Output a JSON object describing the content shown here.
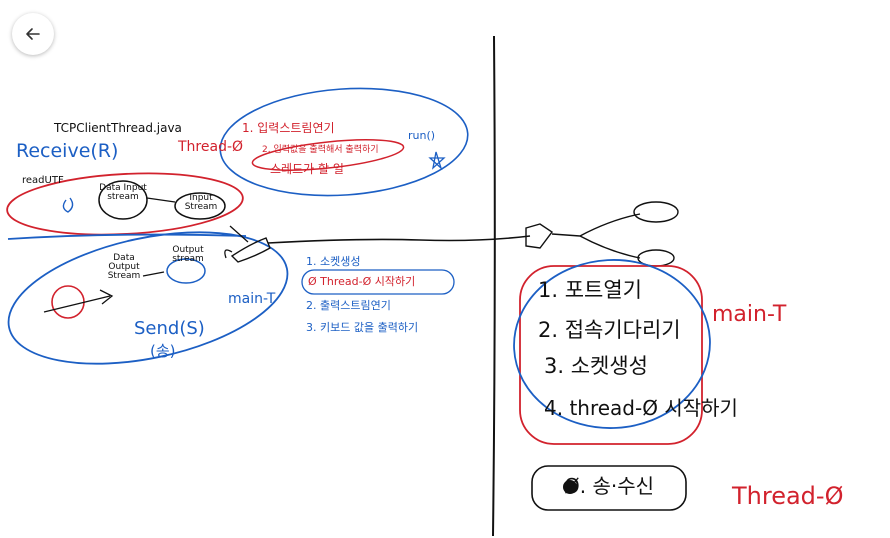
{
  "toolbar": {
    "back_icon": "arrow-left-icon"
  },
  "left": {
    "file_title": "TCPClientThread.java",
    "receive_label": "Receive(R)",
    "thread_label": "Thread-Ø",
    "thread_notes": [
      "1. 입력스트림연기",
      "2. 입력값을 출력해서 출력하기",
      "스레드가 할 일"
    ],
    "note_extra": "run()",
    "read_label": "readUTF",
    "receive_nodes": [
      "Data Input stream",
      "Input Stream"
    ],
    "send_nodes": [
      "Data Output Stream",
      "Output stream"
    ],
    "send_label": "Send(S)",
    "send_korean": "(송)",
    "main_label": "main-T",
    "main_steps": [
      "1. 소켓생성",
      "2. 출력스트림연기",
      "3. 키보드 값을 출력하기"
    ],
    "main_step_red": "Ø Thread-Ø 시작하기"
  },
  "right": {
    "server_steps": [
      "1. 포트열기",
      "2. 접속기다리기",
      "3. 소켓생성",
      "4. thread-Ø 시작하기"
    ],
    "main_label": "main-T",
    "thread_box": "Ø. 송·수신",
    "thread_label": "Thread-Ø"
  }
}
